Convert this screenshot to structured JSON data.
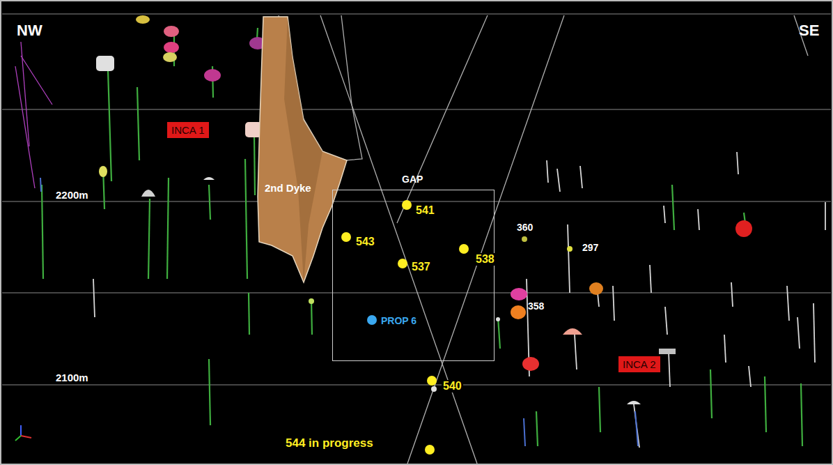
{
  "diagram": {
    "nodes": [
      {
        "text": [
          "INCA 1"
        ]
      },
      {
        "text": [
          "2nd Dyke"
        ]
      },
      {
        "text": [
          "GAP"
        ]
      },
      {
        "text": [
          "INCA 2"
        ]
      }
    ],
    "labels": [
      "NW",
      "SE",
      "2200m",
      "2100m",
      "541",
      "543",
      "537",
      "538",
      "540",
      "544 in progress",
      "PROP 6",
      "360",
      "297",
      "358"
    ]
  }
}
